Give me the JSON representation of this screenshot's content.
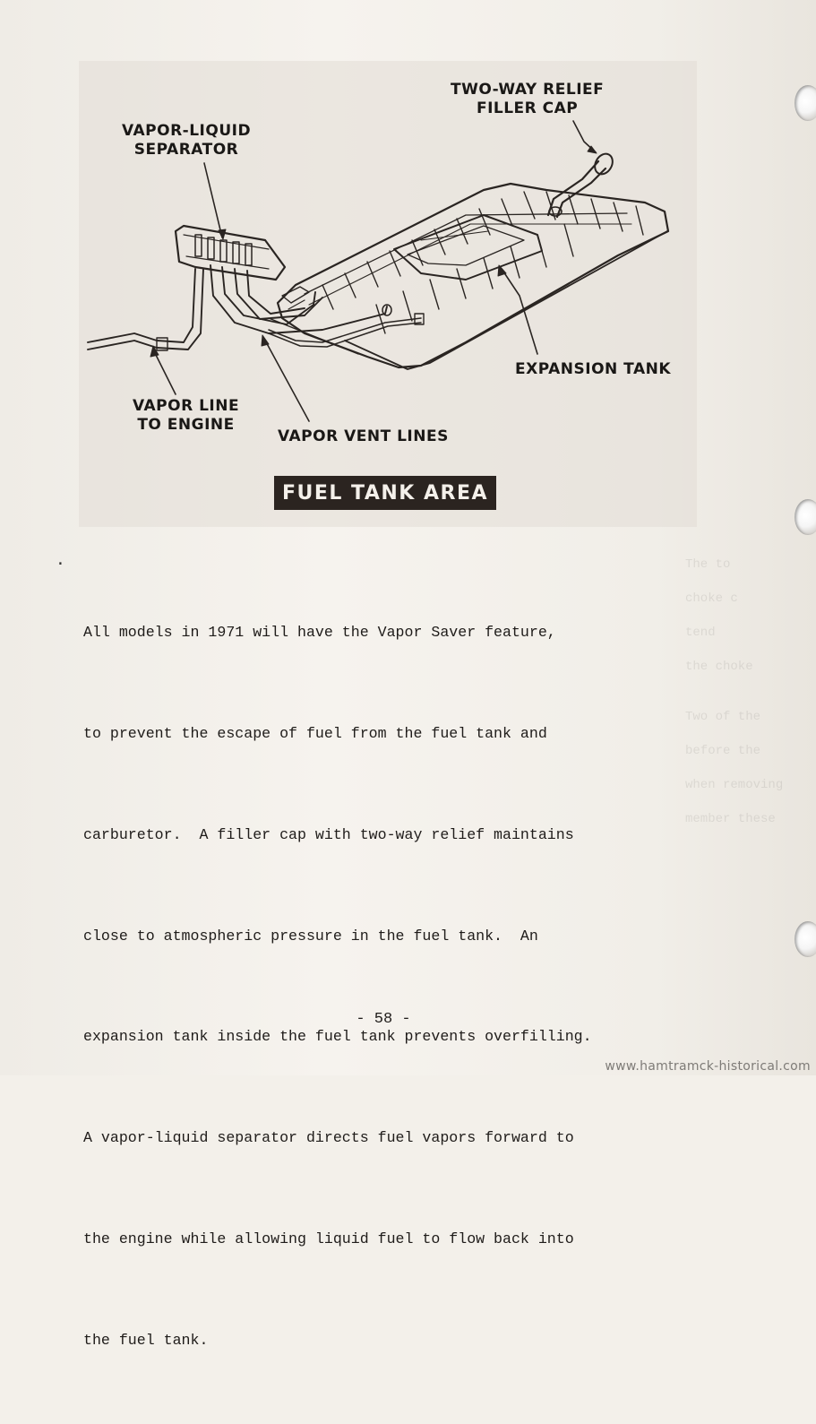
{
  "figure": {
    "labels": {
      "relief_cap_line1": "TWO-WAY RELIEF",
      "relief_cap_line2": "FILLER CAP",
      "separator_line1": "VAPOR-LIQUID",
      "separator_line2": "SEPARATOR",
      "expansion_tank": "EXPANSION TANK",
      "vapor_line_line1": "VAPOR LINE",
      "vapor_line_line2": "TO ENGINE",
      "vent_lines": "VAPOR VENT LINES"
    },
    "title": "FUEL TANK AREA"
  },
  "body": {
    "bullet": "·",
    "lines": [
      "All models in 1971 will have the Vapor Saver feature,",
      "to prevent the escape of fuel from the fuel tank and",
      "carburetor.  A filler cap with two-way relief maintains",
      "close to atmospheric pressure in the fuel tank.  An",
      "expansion tank inside the fuel tank prevents overfilling.",
      "A vapor-liquid separator directs fuel vapors forward to",
      "the engine while allowing liquid fuel to flow back into",
      "the fuel tank."
    ]
  },
  "show_through": [
    "The to",
    "choke c",
    "tend",
    "the choke",
    "Two of the",
    "before the",
    "when removing",
    "member these"
  ],
  "page_number": "- 58 -",
  "watermark": "www.hamtramck-historical.com"
}
